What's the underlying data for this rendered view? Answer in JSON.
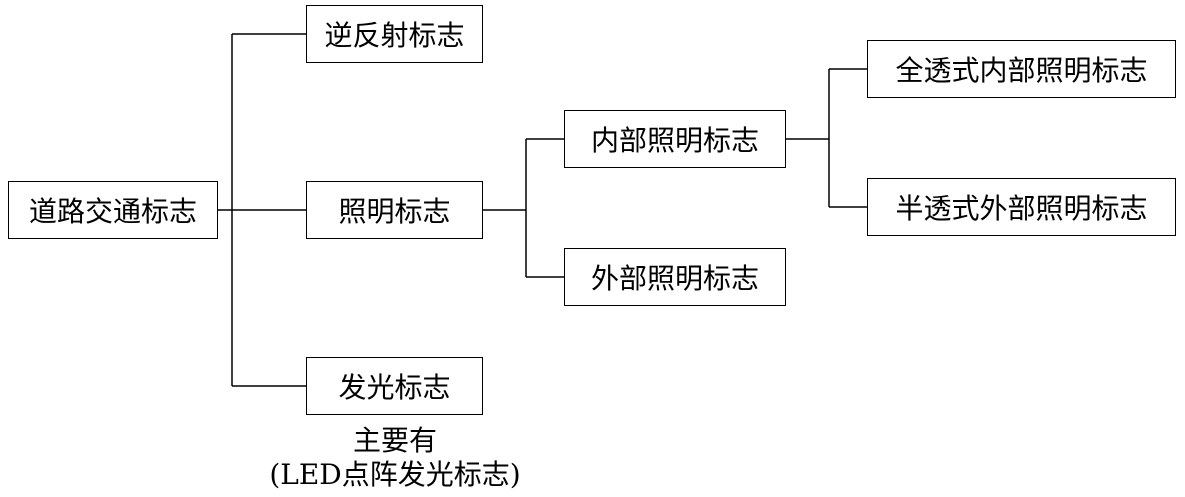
{
  "root": {
    "label": "道路交通标志"
  },
  "level1": {
    "retro": {
      "label": "逆反射标志"
    },
    "lighting": {
      "label": "照明标志"
    },
    "luminous": {
      "label": "发光标志"
    }
  },
  "level2": {
    "internal": {
      "label": "内部照明标志"
    },
    "external": {
      "label": "外部照明标志"
    }
  },
  "level3": {
    "full_transparent": {
      "label": "全透式内部照明标志"
    },
    "semi_transparent": {
      "label": "半透式外部照明标志"
    }
  },
  "note": {
    "line1": "主要有",
    "line2": "(LED点阵发光标志)"
  },
  "colors": {
    "stroke": "#000000",
    "background": "#ffffff"
  }
}
